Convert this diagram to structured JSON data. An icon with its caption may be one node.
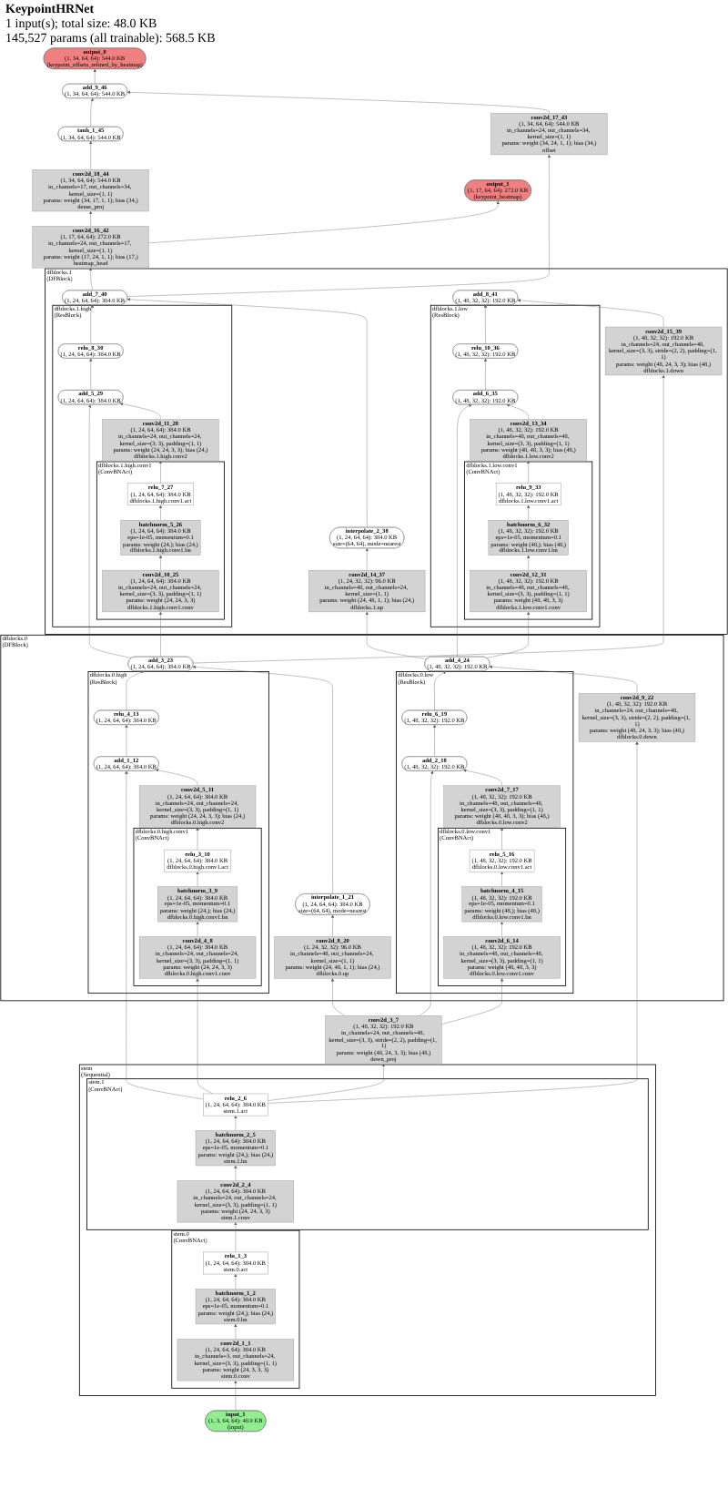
{
  "diagram": {
    "title": "KeypointHRNet",
    "labels": [
      "1 input(s); total size: 48.0 KB",
      "145,527 params (all trainable): 568.5 KB"
    ],
    "nodes": [
      {
        "text": [
          "output_0",
          "(1, 34, 64, 64): 544.0 KB",
          "(keypoint_offsets_refined_by_heatmap)"
        ]
      },
      {
        "text": [
          "add_9_46",
          "(1, 34, 64, 64): 544.0 KB"
        ]
      },
      {
        "text": [
          "tanh_1_45",
          "(1, 34, 64, 64): 544.0 KB"
        ]
      },
      {
        "text": [
          "conv2d_18_44",
          "(1, 34, 64, 64): 544.0 KB",
          "in_channels=17, out_channels=34, kernel_size=(1, 1)",
          "params: weight (34, 17, 1, 1); bias (34,)",
          "dense_proj"
        ]
      },
      {
        "text": [
          "output_1",
          "(1, 17, 64, 64): 272.0 KB",
          "(keypoint_heatmap)"
        ]
      },
      {
        "text": [
          "conv2d_16_42",
          "(1, 17, 64, 64): 272.0 KB",
          "in_channels=24, out_channels=17, kernel_size=(1, 1)",
          "params: weight (17, 24, 1, 1); bias (17,)",
          "heatmap_head"
        ]
      },
      {
        "text": [
          "conv2d_17_43",
          "(1, 34, 64, 64): 544.0 KB",
          "in_channels=24, out_channels=34, kernel_size=(1, 1)",
          "params: weight (34, 24, 1, 1); bias (34,)",
          "offset"
        ]
      },
      {
        "text": [
          "dfblocks.1",
          "(DFBlock)"
        ]
      },
      {
        "text": [
          "add_7_40",
          "(1, 24, 64, 64): 384.0 KB"
        ],
        "in": 7
      },
      {
        "text": [
          "add_8_41",
          "(1, 48, 32, 32): 192.0 KB"
        ],
        "in": 7
      },
      {
        "text": [
          "dfblocks.1.high",
          "(ResBlock)"
        ],
        "in": 7
      },
      {
        "text": [
          "relu_8_30",
          "(1, 24, 64, 64): 384.0 KB"
        ],
        "in": 10
      },
      {
        "text": [
          "add_5_29",
          "(1, 24, 64, 64): 384.0 KB"
        ],
        "in": 10
      },
      {
        "text": [
          "conv2d_11_28",
          "(1, 24, 64, 64): 384.0 KB",
          "in_channels=24, out_channels=24, kernel_size=(3, 3), padding=(1, 1)",
          "params: weight (24, 24, 3, 3); bias (24,)",
          "dfblocks.1.high.conv2"
        ],
        "in": 10
      },
      {
        "text": [
          "dfblocks.1.high.conv1",
          "(ConvBNAct)"
        ],
        "in": 10
      },
      {
        "text": [
          "relu_7_27",
          "(1, 24, 64, 64): 384.0 KB",
          "dfblocks.1.high.conv1.act"
        ],
        "in": 14
      },
      {
        "text": [
          "batchnorm_5_26",
          "(1, 24, 64, 64): 384.0 KB",
          "eps=1e-05, momentum=0.1",
          "params: weight (24,); bias (24,)",
          "dfblocks.1.high.conv1.bn"
        ],
        "in": 14
      },
      {
        "text": [
          "conv2d_10_25",
          "(1, 24, 64, 64): 384.0 KB",
          "in_channels=24, out_channels=24, kernel_size=(3, 3), padding=(1, 1)",
          "params: weight (24, 24, 3, 3)",
          "dfblocks.1.high.conv1.conv"
        ],
        "in": 14
      },
      {
        "text": [
          "dfblocks.1.low",
          "(ResBlock)"
        ],
        "in": 7
      },
      {
        "text": [
          "relu_10_36",
          "(1, 48, 32, 32): 192.0 KB"
        ],
        "in": 18
      },
      {
        "text": [
          "add_6_35",
          "(1, 48, 32, 32): 192.0 KB"
        ],
        "in": 18
      },
      {
        "text": [
          "conv2d_13_34",
          "(1, 48, 32, 32): 192.0 KB",
          "in_channels=48, out_channels=48, kernel_size=(3, 3), padding=(1, 1)",
          "params: weight (48, 48, 3, 3); bias (48,)",
          "dfblocks.1.low.conv2"
        ],
        "in": 18
      },
      {
        "text": [
          "dfblocks.1.low.conv1",
          "(ConvBNAct)"
        ],
        "in": 18
      },
      {
        "text": [
          "relu_9_33",
          "(1, 48, 32, 32): 192.0 KB",
          "dfblocks.1.low.conv1.act"
        ],
        "in": 22
      },
      {
        "text": [
          "batchnorm_6_32",
          "(1, 48, 32, 32): 192.0 KB",
          "eps=1e-05, momentum=0.1",
          "params: weight (48,); bias (48,)",
          "dfblocks.1.low.conv1.bn"
        ],
        "in": 22
      },
      {
        "text": [
          "conv2d_12_31",
          "(1, 48, 32, 32): 192.0 KB",
          "in_channels=48, out_channels=48, kernel_size=(3, 3), padding=(1, 1)",
          "params: weight (48, 48, 3, 3)",
          "dfblocks.1.low.conv1.conv"
        ],
        "in": 22
      },
      {
        "text": [
          "interpolate_2_38",
          "(1, 24, 64, 64): 384.0 KB",
          "size=(64, 64), mode=nearest"
        ],
        "in": 7
      },
      {
        "text": [
          "conv2d_15_39",
          "(1, 48, 32, 32): 192.0 KB",
          "in_channels=24, out_channels=48, kernel_size=(3, 3), stride=(2, 2), padding=(1, 1)",
          "params: weight (48, 24, 3, 3); bias (48,)",
          "dfblocks.1.down"
        ],
        "in": 7
      },
      {
        "text": [
          "conv2d_14_37",
          "(1, 24, 32, 32): 96.0 KB",
          "in_channels=48, out_channels=24, kernel_size=(1, 1)",
          "params: weight (24, 48, 1, 1); bias (24,)",
          "dfblocks.1.up"
        ],
        "in": 7
      },
      {
        "text": [
          "dfblocks.0",
          "(DFBlock)"
        ]
      },
      {
        "text": [
          "add_3_23",
          "(1, 24, 64, 64): 384.0 KB"
        ],
        "in": 29
      },
      {
        "text": [
          "add_4_24",
          "(1, 48, 32, 32): 192.0 KB"
        ],
        "in": 29
      },
      {
        "text": [
          "dfblocks.0.high",
          "(ResBlock)"
        ],
        "in": 29
      },
      {
        "text": [
          "relu_4_13",
          "(1, 24, 64, 64): 384.0 KB"
        ],
        "in": 32
      },
      {
        "text": [
          "add_1_12",
          "(1, 24, 64, 64): 384.0 KB"
        ],
        "in": 32
      },
      {
        "text": [
          "conv2d_5_11",
          "(1, 24, 64, 64): 384.0 KB",
          "in_channels=24, out_channels=24, kernel_size=(3, 3), padding=(1, 1)",
          "params: weight (24, 24, 3, 3); bias (24,)",
          "dfblocks.0.high.conv2"
        ],
        "in": 32
      },
      {
        "text": [
          "dfblocks.0.high.conv1",
          "(ConvBNAct)"
        ],
        "in": 32
      },
      {
        "text": [
          "relu_3_10",
          "(1, 24, 64, 64): 384.0 KB",
          "dfblocks.0.high.conv1.act"
        ],
        "in": 36
      },
      {
        "text": [
          "batchnorm_3_9",
          "(1, 24, 64, 64): 384.0 KB",
          "eps=1e-05, momentum=0.1",
          "params: weight (24,); bias (24,)",
          "dfblocks.0.high.conv1.bn"
        ],
        "in": 36
      },
      {
        "text": [
          "conv2d_4_8",
          "(1, 24, 64, 64): 384.0 KB",
          "in_channels=24, out_channels=24, kernel_size=(3, 3), padding=(1, 1)",
          "params: weight (24, 24, 3, 3)",
          "dfblocks.0.high.conv1.conv"
        ],
        "in": 36
      },
      {
        "text": [
          "dfblocks.0.low",
          "(ResBlock)"
        ],
        "in": 29
      },
      {
        "text": [
          "relu_6_19",
          "(1, 48, 32, 32): 192.0 KB"
        ],
        "in": 40
      },
      {
        "text": [
          "add_2_18",
          "(1, 48, 32, 32): 192.0 KB"
        ],
        "in": 40
      },
      {
        "text": [
          "conv2d_7_17",
          "(1, 48, 32, 32): 192.0 KB",
          "in_channels=48, out_channels=48, kernel_size=(3, 3), padding=(1, 1)",
          "params: weight (48, 48, 3, 3); bias (48,)",
          "dfblocks.0.low.conv2"
        ],
        "in": 40
      },
      {
        "text": [
          "dfblocks.0.low.conv1",
          "(ConvBNAct)"
        ],
        "in": 40
      },
      {
        "text": [
          "relu_5_16",
          "(1, 48, 32, 32): 192.0 KB",
          "dfblocks.0.low.conv1.act"
        ],
        "in": 44
      },
      {
        "text": [
          "batchnorm_4_15",
          "(1, 48, 32, 32): 192.0 KB",
          "eps=1e-05, momentum=0.1",
          "params: weight (48,); bias (48,)",
          "dfblocks.0.low.conv1.bn"
        ],
        "in": 44
      },
      {
        "text": [
          "conv2d_6_14",
          "(1, 48, 32, 32): 192.0 KB",
          "in_channels=48, out_channels=48, kernel_size=(3, 3), padding=(1, 1)",
          "params: weight (48, 48, 3, 3)",
          "dfblocks.0.low.conv1.conv"
        ],
        "in": 44
      },
      {
        "text": [
          "interpolate_1_21",
          "(1, 24, 64, 64): 384.0 KB",
          "size=(64, 64), mode=nearest"
        ],
        "in": 29
      },
      {
        "text": [
          "conv2d_9_22",
          "(1, 48, 32, 32): 192.0 KB",
          "in_channels=24, out_channels=48, kernel_size=(3, 3), stride=(2, 2), padding=(1, 1)",
          "params: weight (48, 24, 3, 3); bias (48,)",
          "dfblocks.0.down"
        ],
        "in": 29
      },
      {
        "text": [
          "conv2d_8_20",
          "(1, 24, 32, 32): 96.0 KB",
          "in_channels=48, out_channels=24, kernel_size=(1, 1)",
          "params: weight (24, 48, 1, 1); bias (24,)",
          "dfblocks.0.up"
        ],
        "in": 29
      },
      {
        "text": [
          "conv2d_3_7",
          "(1, 48, 32, 32): 192.0 KB",
          "in_channels=24, out_channels=48, kernel_size=(3, 3), stride=(2, 2), padding=(1, 1)",
          "params: weight (48, 24, 3, 3); bias (48,)",
          "down_proj"
        ]
      },
      {
        "text": [
          "stem",
          "(Sequential)"
        ]
      },
      {
        "text": [
          "stem.1",
          "(ConvBNAct)"
        ],
        "in": 52
      },
      {
        "text": [
          "relu_2_6",
          "(1, 24, 64, 64): 384.0 KB",
          "stem.1.act"
        ],
        "in": 53
      },
      {
        "text": [
          "batchnorm_2_5",
          "(1, 24, 64, 64): 384.0 KB",
          "eps=1e-05, momentum=0.1",
          "params: weight (24,); bias (24,)",
          "stem.1.bn"
        ],
        "in": 53
      },
      {
        "text": [
          "conv2d_2_4",
          "(1, 24, 64, 64): 384.0 KB",
          "in_channels=24, out_channels=24, kernel_size=(3, 3), padding=(1, 1)",
          "params: weight (24, 24, 3, 3)",
          "stem.1.conv"
        ],
        "in": 53
      },
      {
        "text": [
          "stem.0",
          "(ConvBNAct)"
        ],
        "in": 52
      },
      {
        "text": [
          "relu_1_3",
          "(1, 24, 64, 64): 384.0 KB",
          "stem.0.act"
        ],
        "in": 57
      },
      {
        "text": [
          "batchnorm_1_2",
          "(1, 24, 64, 64): 384.0 KB",
          "eps=1e-05, momentum=0.1",
          "params: weight (24,); bias (24,)",
          "stem.0.bn"
        ],
        "in": 57
      },
      {
        "text": [
          "conv2d_1_1",
          "(1, 24, 64, 64): 384.0 KB",
          "in_channels=3, out_channels=24, kernel_size=(3, 3), padding=(1, 1)",
          "params: weight (24, 3, 3, 3)",
          "stem.0.conv"
        ],
        "in": 57
      },
      {
        "text": [
          "input_1",
          "(1, 3, 64, 64): 48.0 KB",
          "(input)"
        ]
      }
    ],
    "edges": [
      {
        "from": 61,
        "to": 60,
        "arrow": "to"
      },
      {
        "from": 60,
        "to": 59,
        "arrow": "to"
      },
      {
        "from": 59,
        "to": 58,
        "arrow": "to"
      },
      {
        "from": 58,
        "to": 56,
        "arrow": "to"
      },
      {
        "from": 56,
        "to": 55,
        "arrow": "to"
      },
      {
        "from": 55,
        "to": 54,
        "arrow": "to"
      },
      {
        "from": 54,
        "to": 51,
        "arrow": "to"
      },
      {
        "from": 54,
        "to": 39,
        "arrow": "to"
      },
      {
        "from": 54,
        "to": 34,
        "arrow": "to"
      },
      {
        "from": 54,
        "to": 49,
        "arrow": "to"
      },
      {
        "from": 51,
        "to": 47,
        "arrow": "to"
      },
      {
        "from": 51,
        "to": 42,
        "arrow": "to"
      },
      {
        "from": 51,
        "to": 50,
        "arrow": "to"
      },
      {
        "from": 39,
        "to": 38,
        "arrow": "to"
      },
      {
        "from": 38,
        "to": 37,
        "arrow": "to"
      },
      {
        "from": 37,
        "to": 35,
        "arrow": "to"
      },
      {
        "from": 35,
        "to": 34,
        "arrow": "to"
      },
      {
        "from": 34,
        "to": 33,
        "arrow": "to"
      },
      {
        "from": 33,
        "to": 30,
        "arrow": "to"
      },
      {
        "from": 47,
        "to": 46,
        "arrow": "to"
      },
      {
        "from": 46,
        "to": 45,
        "arrow": "to"
      },
      {
        "from": 45,
        "to": 43,
        "arrow": "to"
      },
      {
        "from": 43,
        "to": 42,
        "arrow": "to"
      },
      {
        "from": 42,
        "to": 41,
        "arrow": "to"
      },
      {
        "from": 41,
        "to": 31,
        "arrow": "to"
      },
      {
        "from": 50,
        "to": 48,
        "arrow": "to"
      },
      {
        "from": 48,
        "to": 30,
        "arrow": "to"
      },
      {
        "from": 49,
        "to": 31,
        "arrow": "to"
      },
      {
        "from": 30,
        "to": 17,
        "arrow": "to"
      },
      {
        "from": 30,
        "to": 12,
        "arrow": "to"
      },
      {
        "from": 30,
        "to": 27,
        "arrow": "to"
      },
      {
        "from": 31,
        "to": 25,
        "arrow": "to"
      },
      {
        "from": 31,
        "to": 20,
        "arrow": "to"
      },
      {
        "from": 31,
        "to": 28,
        "arrow": "to"
      },
      {
        "from": 17,
        "to": 16,
        "arrow": "to"
      },
      {
        "from": 16,
        "to": 15,
        "arrow": "to"
      },
      {
        "from": 15,
        "to": 13,
        "arrow": "to"
      },
      {
        "from": 13,
        "to": 12,
        "arrow": "to"
      },
      {
        "from": 12,
        "to": 11,
        "arrow": "to"
      },
      {
        "from": 11,
        "to": 8,
        "arrow": "to"
      },
      {
        "from": 25,
        "to": 24,
        "arrow": "to"
      },
      {
        "from": 24,
        "to": 23,
        "arrow": "to"
      },
      {
        "from": 23,
        "to": 21,
        "arrow": "to"
      },
      {
        "from": 21,
        "to": 20,
        "arrow": "to"
      },
      {
        "from": 20,
        "to": 19,
        "arrow": "to"
      },
      {
        "from": 19,
        "to": 9,
        "arrow": "to"
      },
      {
        "from": 28,
        "to": 26,
        "arrow": "to"
      },
      {
        "from": 26,
        "to": 8,
        "arrow": "to"
      },
      {
        "from": 27,
        "to": 9,
        "arrow": "to"
      },
      {
        "from": 8,
        "to": 5,
        "arrow": "to"
      },
      {
        "from": 8,
        "to": 6,
        "arrow": "to"
      },
      {
        "from": 5,
        "to": 4,
        "arrow": "to"
      },
      {
        "from": 5,
        "to": 3,
        "arrow": "to"
      },
      {
        "from": 3,
        "to": 2,
        "arrow": "to"
      },
      {
        "from": 2,
        "to": 1,
        "arrow": "to"
      },
      {
        "from": 6,
        "to": 1,
        "arrow": "to"
      },
      {
        "from": 1,
        "to": 0,
        "arrow": "to"
      }
    ]
  }
}
